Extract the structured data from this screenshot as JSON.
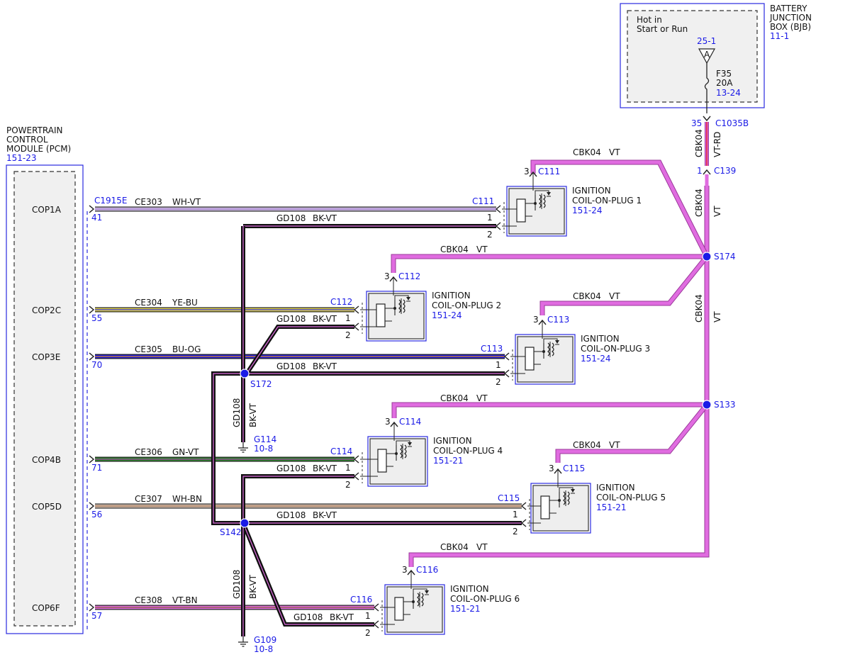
{
  "colors": {
    "connector_blue": "#1a1ae6",
    "wire_vt": "#e06ce0",
    "wire_bk": "#111111",
    "wire_ye": "#e8d84a",
    "wire_bu": "#1a1ad8",
    "wire_gn": "#2e8a2e",
    "wire_wh_vt": "#dcc8f0",
    "wire_wh_bn": "#e6d0c0",
    "wire_vt_bn": "#e06ce0",
    "wire_rd": "#e02020",
    "splice_blue": "#1a1ae6",
    "coil_fill": "#eeeeee",
    "module_fill": "#f0f0f0"
  },
  "bjb": {
    "title_lines": [
      "BATTERY",
      "JUNCTION",
      "BOX (BJB)"
    ],
    "ref": "11-1",
    "note_lines": [
      "Hot in",
      "Start or Run"
    ],
    "fuse_ref": "25-1",
    "fuse_letter": "A",
    "fuse_name": "F35",
    "fuse_rating": "20A",
    "fuse_page": "13-24",
    "pin": "35",
    "connector": "C1035B",
    "wire_circuit": "CBK04",
    "wire_color": "VT-RD"
  },
  "c139": {
    "pin": "1",
    "connector": "C139",
    "wire_circuit": "CBK04",
    "wire_color": "VT"
  },
  "pcm": {
    "title_lines": [
      "POWERTRAIN",
      "CONTROL",
      "MODULE (PCM)"
    ],
    "ref": "151-23",
    "connector": "C1915E",
    "pins": [
      {
        "name": "COP1A",
        "pin": "41"
      },
      {
        "name": "COP2C",
        "pin": "55"
      },
      {
        "name": "COP3E",
        "pin": "70"
      },
      {
        "name": "COP4B",
        "pin": "71"
      },
      {
        "name": "COP5D",
        "pin": "56"
      },
      {
        "name": "COP6F",
        "pin": "57"
      }
    ]
  },
  "signal_wires": [
    {
      "circuit": "CE303",
      "color": "WH-VT"
    },
    {
      "circuit": "CE304",
      "color": "YE-BU"
    },
    {
      "circuit": "CE305",
      "color": "BU-OG"
    },
    {
      "circuit": "CE306",
      "color": "GN-VT"
    },
    {
      "circuit": "CE307",
      "color": "WH-BN"
    },
    {
      "circuit": "CE308",
      "color": "VT-BN"
    }
  ],
  "ground_wire": {
    "circuit": "GD108",
    "color": "BK-VT"
  },
  "feed_wire": {
    "circuit": "CBK04",
    "color": "VT"
  },
  "coils": [
    {
      "title": "IGNITION",
      "name": "COIL-ON-PLUG 1",
      "ref": "151-24",
      "connector": "C111",
      "pin1": "1",
      "pin2": "2",
      "pin3": "3"
    },
    {
      "title": "IGNITION",
      "name": "COIL-ON-PLUG 2",
      "ref": "151-24",
      "connector": "C112",
      "pin1": "1",
      "pin2": "2",
      "pin3": "3"
    },
    {
      "title": "IGNITION",
      "name": "COIL-ON-PLUG 3",
      "ref": "151-24",
      "connector": "C113",
      "pin1": "1",
      "pin2": "2",
      "pin3": "3"
    },
    {
      "title": "IGNITION",
      "name": "COIL-ON-PLUG 4",
      "ref": "151-21",
      "connector": "C114",
      "pin1": "1",
      "pin2": "2",
      "pin3": "3"
    },
    {
      "title": "IGNITION",
      "name": "COIL-ON-PLUG 5",
      "ref": "151-21",
      "connector": "C115",
      "pin1": "1",
      "pin2": "2",
      "pin3": "3"
    },
    {
      "title": "IGNITION",
      "name": "COIL-ON-PLUG 6",
      "ref": "151-21",
      "connector": "C116",
      "pin1": "1",
      "pin2": "2",
      "pin3": "3"
    }
  ],
  "splices": [
    {
      "name": "S174"
    },
    {
      "name": "S133"
    },
    {
      "name": "S172"
    },
    {
      "name": "S142"
    }
  ],
  "grounds": [
    {
      "name": "G114",
      "ref": "10-8"
    },
    {
      "name": "G109",
      "ref": "10-8"
    }
  ]
}
